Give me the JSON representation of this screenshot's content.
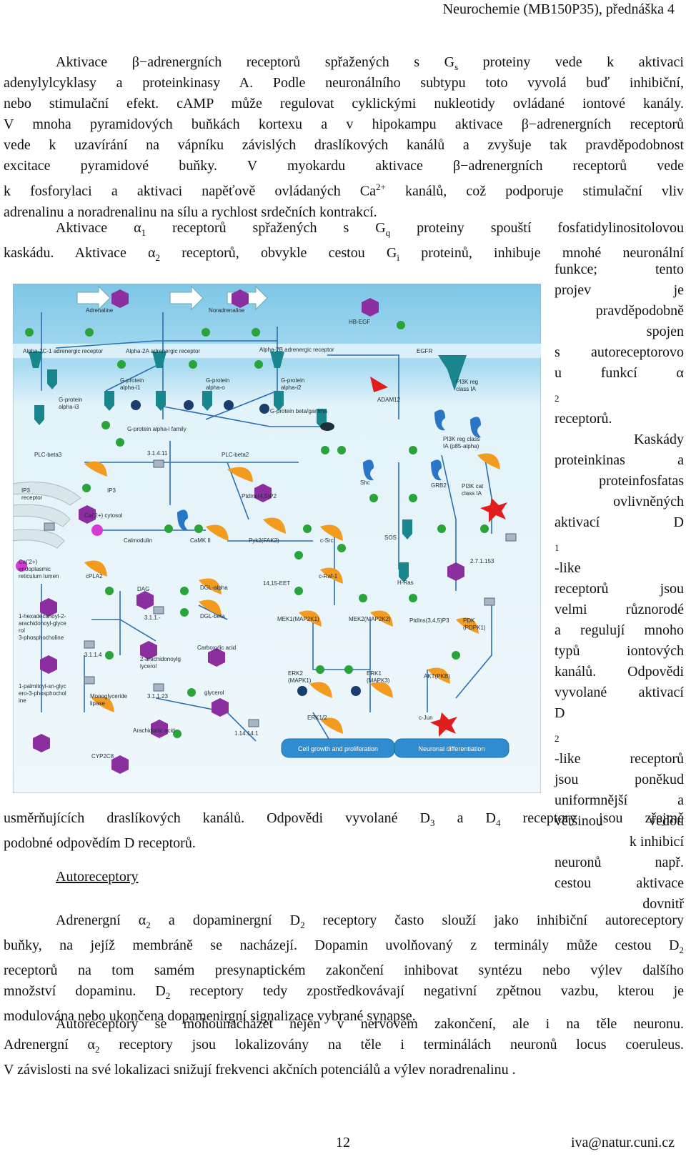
{
  "header": "Neurochemie (MB150P35), přednáška 4",
  "p1": {
    "l1a": "Aktivace ",
    "l1b": "β−adrenergních receptorů spřažených s G",
    "l1s": "s",
    "l1c": " proteiny vede k aktivaci",
    "l2": "adenylylcyklasy a proteinkinasy A. Podle neuronálního subtypu toto vyvolá buď inhibiční,",
    "l3": "nebo stimulační efekt. cAMP může regulovat cyklickými nukleotidy ovládané iontové kanály.",
    "l4": "V mnoha pyramidových buňkách kortexu a v hipokampu aktivace β−adrenergních receptorů",
    "l5": "vede k uzavírání na vápníku závislých draslíkových kanálů a zvyšuje tak pravděpodobnost",
    "l6": "excitace pyramidové buňky. V myokardu aktivace β−adrenergních receptorů vede",
    "l7a": "k fosforylaci a aktivaci napěťově ovládaných Ca",
    "l7s": "2+",
    "l7b": " kanálů, což podporuje stimulační vliv",
    "l8": "adrenalinu a noradrenalinu na sílu a rychlost srdečních kontrakcí."
  },
  "p2": {
    "l1a": "Aktivace α",
    "l1s": "1",
    "l1b": " receptorů spřažených s G",
    "l1q": "q",
    "l1c": " proteiny spouští fosfatidylinositolovou",
    "l2a": "kaskádu. Aktivace α",
    "l2s": "2",
    "l2b": " receptorů, obvykle cestou G",
    "l2i": "i",
    "l2c": " proteinů, inhibuje mnohé neuronální"
  },
  "side": {
    "s1": "funkce; tento",
    "s2": "projev je",
    "s3": "pravděpodobně",
    "s4": "spojen",
    "s5": "s autoreceptorovo",
    "s6a": "u funkcí α",
    "s6s": "2",
    "s7": "receptorů.",
    "s8": "Kaskády",
    "s9": "proteinkinas a",
    "s10": "proteinfosfatas",
    "s11": "ovlivněných",
    "s12a": "aktivací D",
    "s12s": "1",
    "s12b": "-like",
    "s13": "receptorů jsou",
    "s14": "velmi různorodé",
    "s15": "a regulují mnoho",
    "s16": "typů iontových",
    "s17": "kanálů. Odpovědi",
    "s18": "vyvolané aktivací",
    "s19a": "D",
    "s19s": "2",
    "s19b": "-like receptorů",
    "s20": "jsou poněkud",
    "s21": "uniformnější a",
    "s22": "většinou vedou",
    "s23": "k inhibicí",
    "s24": "neuronů např.",
    "s25": "cestou aktivace",
    "s26": "dovnitř"
  },
  "p3": {
    "l1a": "usměrňujících draslíkových kanálů. Odpovědi vyvolané D",
    "l1s3": "3",
    "l1b": " a D",
    "l1s4": "4",
    "l1c": " receptory jsou zřejmě",
    "l2": "podobné odpovědím D receptorů."
  },
  "section_title": "Autoreceptory",
  "p4": {
    "l1a": "Adrenergní α",
    "l1s": "2",
    "l1b": " a dopaminergní D",
    "l1s2": "2",
    "l1c": " receptory často slouží jako inhibiční autoreceptory",
    "l2a": "buňky, na jejíž membráně se nacházejí. Dopamin uvolňovaný z terminály může cestou D",
    "l2s": "2",
    "l3": "receptorů na tom samém presynaptickém zakončení inhibovat syntézu nebo výlev dalšího",
    "l4a": "množství dopaminu. D",
    "l4s": "2",
    "l4b": " receptory tedy zpostředkovávají negativní zpětnou vazbu, kterou je",
    "l5": "modulována nebo ukončena dopamenirgní signalizace vybrané synapse."
  },
  "p5": {
    "l1": "Autoreceptory se mohounacházet nejen v nervovém zakončení, ale i na těle neuronu.",
    "l2a": "Adrenergní α",
    "l2s": "2",
    "l2b": " receptory jsou lokalizovány na těle i terminálách neuronů locus coeruleus.",
    "l3": "V závislosti na své lokalizaci snižují frekvenci akčních potenciálů a výlev noradrenalinu ."
  },
  "figure": {
    "labels": {
      "adrenaline": "Adrenaline",
      "noradrenaline": "Noradrenaline",
      "hbegf": "HB-EGF",
      "a2c1": "Alpha-2C-1 adrenergic receptor",
      "a2a": "Alpha-2A adrenergic receptor",
      "a2b": "Alpha-2B adrenergic receptor",
      "egfr": "EGFR",
      "gpai1": "G-protein alpha-i1",
      "gpao": "G-protein alpha-o",
      "gpai2": "G-protein alpha-i2",
      "pi3kreg": "PI3K reg class IA",
      "gpai3": "G-protein alpha-i3",
      "adam12": "ADAM12",
      "gpbg": "G-protein beta/gamma",
      "gpaifam": "G-protein alpha-i family",
      "pi3kp85": "PI3K reg class IA (p85-alpha)",
      "plcb3": "PLC-beta3",
      "n3141": "3.1.4.11",
      "plcb2": "PLC-beta2",
      "ip3rec": "IP3 receptor",
      "ip3": "IP3",
      "ptdins45": "PtdIns(4,5)P2",
      "shc": "Shc",
      "grb2": "GRB2",
      "pi3kcat": "PI3K cat class IA",
      "ca2cyt": "Ca('2+) cytosol",
      "calmodulin": "Calmodulin",
      "camk2": "CaMK II",
      "pyk2": "Pyk2(FAK2)",
      "csrc": "c-Src",
      "sos": "SOS",
      "ca2er": "Ca('2+) endoplasmic reticulum lumen",
      "n271153": "2.7.1.153",
      "dag": "DAG",
      "craf1": "c-Raf-1",
      "hras": "H-Ras",
      "cpla2": "cPLA2",
      "dglalpha": "DGL-alpha",
      "eet": "14,15-EET",
      "n311": "3.1.1.-",
      "dglbeta": "DGL-beta",
      "mek1": "MEK1(MAP2K1)",
      "mek2": "MEK2(MAP2K2)",
      "ptdins345": "PtdIns(3,4,5)P3",
      "pdk": "PDK (PDPK1)",
      "hexa": "1-hexadecanoyl-2-arachidonoyl-glycerol 3-phosphocholine",
      "n3114": "3.1.1.4",
      "arachg": "2-arachidonoylglycerol",
      "carboxacid": "Carboxylic acid",
      "erk2": "ERK2 (MAPK1)",
      "erk1": "ERK1 (MAPK3)",
      "akt": "AKT(PKB)",
      "palm": "1-palmitoyl-sn-glycero-3-phosphocholine",
      "mglipase": "Monoglyceride lipase",
      "n31123": "3.1.1.23",
      "glycerol": "glycerol",
      "erk12": "ERK1/2",
      "cjun": "c-Jun",
      "arachacid": "Arachidonic acid",
      "n114141": "1.14.14.1",
      "cyp2c8": "CYP2C8",
      "cellgrowth": "Cell growth and proliferation",
      "neurdiff": "Neuronal differentiation"
    }
  },
  "page_number": "12",
  "footer_email": "iva@natur.cuni.cz"
}
